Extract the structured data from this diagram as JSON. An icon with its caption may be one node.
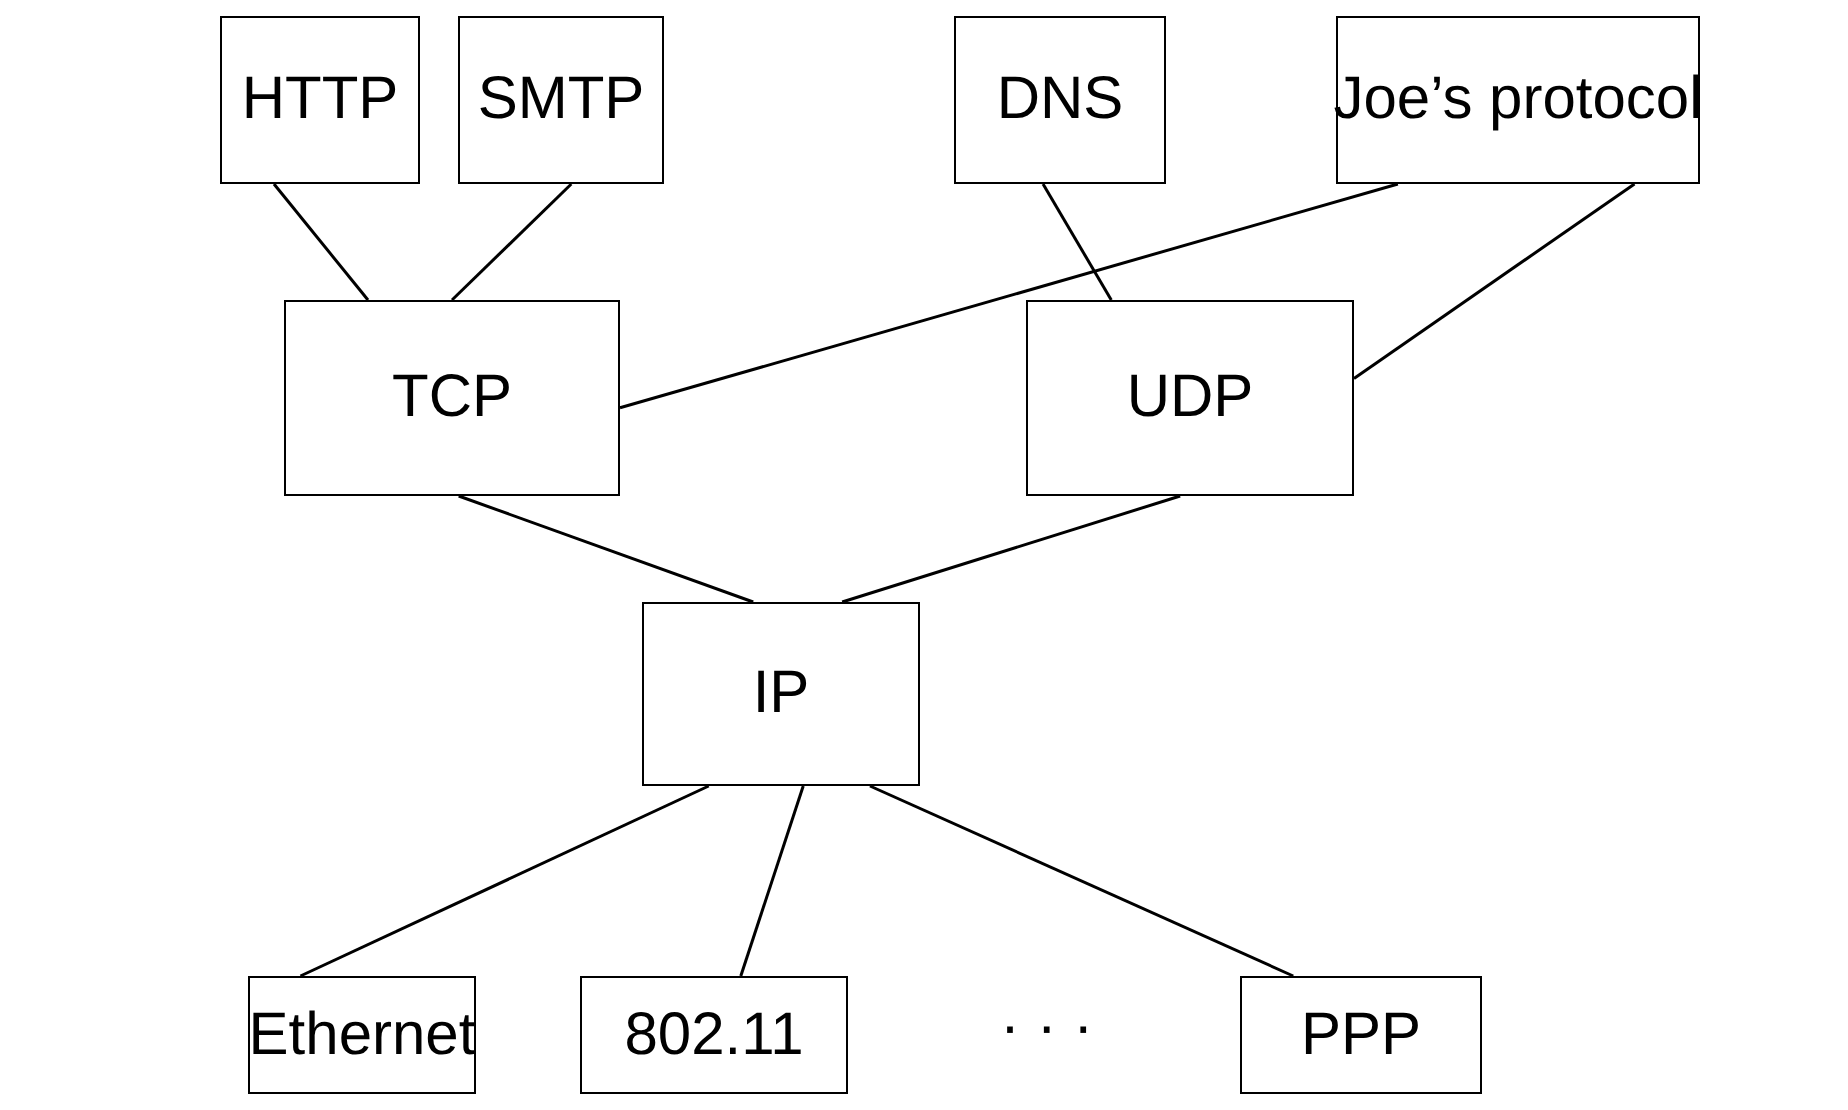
{
  "diagram": {
    "nodes": [
      {
        "text": [
          "HTTP"
        ]
      },
      {
        "text": [
          "SMTP"
        ]
      },
      {
        "text": [
          "DNS"
        ]
      },
      {
        "text": [
          "Joe’s protocol"
        ]
      },
      {
        "text": [
          "TCP"
        ]
      },
      {
        "text": [
          "UDP"
        ]
      },
      {
        "text": [
          "IP"
        ]
      },
      {
        "text": [
          "Ethernet"
        ]
      },
      {
        "text": [
          "802.11"
        ]
      },
      {
        "text": [
          "PPP"
        ]
      }
    ],
    "edges": [
      {
        "from": 0,
        "to": 4,
        "arrow": "none"
      },
      {
        "from": 1,
        "to": 4,
        "arrow": "none"
      },
      {
        "from": 3,
        "to": 4,
        "arrow": "none"
      },
      {
        "from": 2,
        "to": 5,
        "arrow": "none"
      },
      {
        "from": 3,
        "to": 5,
        "arrow": "none"
      },
      {
        "from": 4,
        "to": 6,
        "arrow": "none"
      },
      {
        "from": 5,
        "to": 6,
        "arrow": "none"
      },
      {
        "from": 6,
        "to": 7,
        "arrow": "none"
      },
      {
        "from": 6,
        "to": 8,
        "arrow": "none"
      },
      {
        "from": 6,
        "to": 9,
        "arrow": "none"
      }
    ],
    "labels": [
      "· · ·"
    ]
  }
}
